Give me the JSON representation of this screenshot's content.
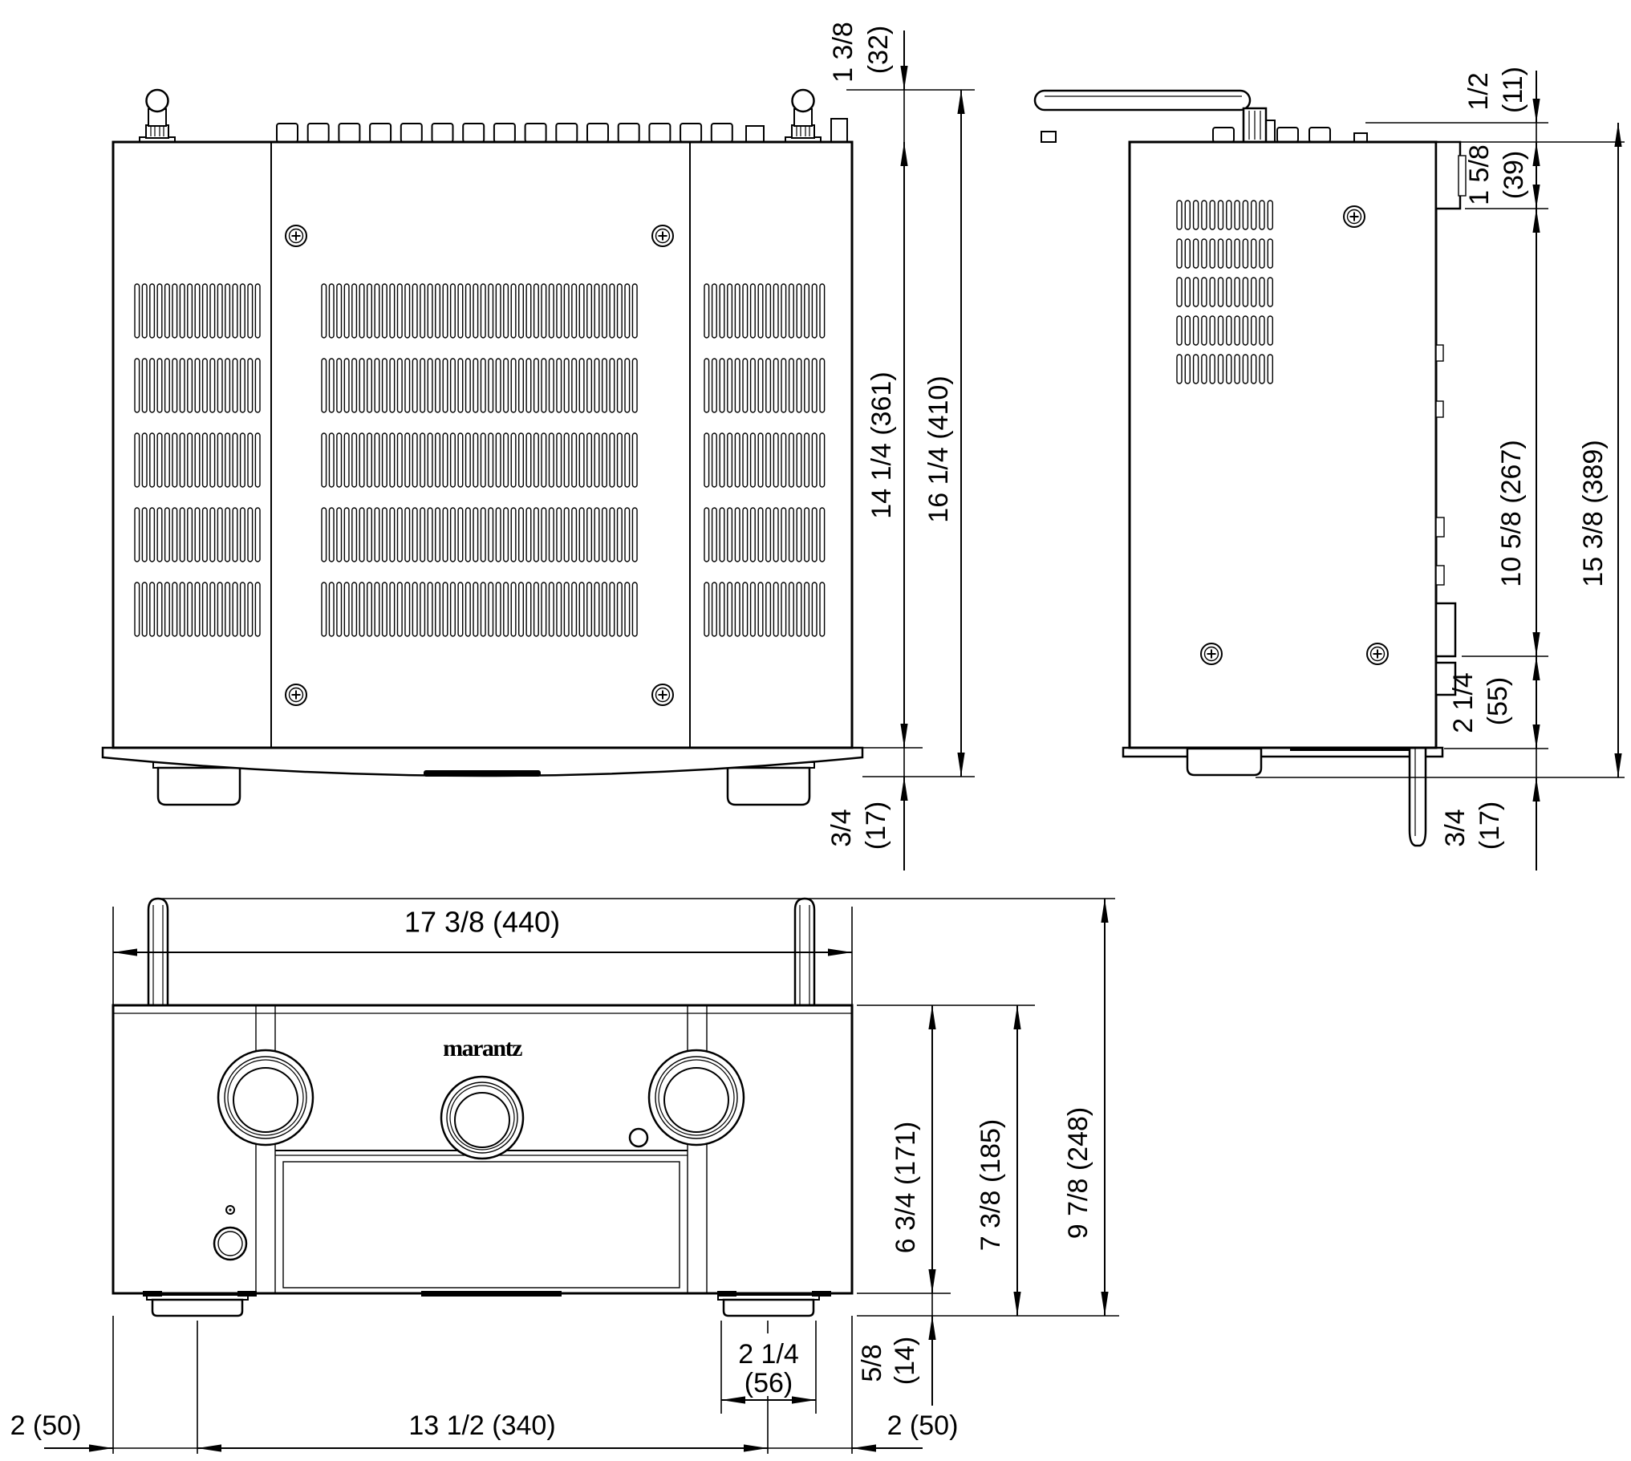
{
  "drawing": {
    "brand_logo": "marantz",
    "units_note_visible": false
  },
  "dims": {
    "top_rear": {
      "in": "1 3/8",
      "mm": "(32)"
    },
    "top_body": {
      "label": "14 1/4 (361)"
    },
    "top_total": {
      "label": "16 1/4 (410)"
    },
    "top_front": {
      "in": "3/4",
      "mm": "(17)"
    },
    "side_conn": {
      "in": "1/2",
      "mm": "(11)"
    },
    "side_rear_block": {
      "in": "1 5/8",
      "mm": "(39)"
    },
    "side_mid": {
      "label": "10 5/8 (267)"
    },
    "side_front_block": {
      "in": "2 1/4",
      "mm": "(55)"
    },
    "side_front": {
      "in": "3/4",
      "mm": "(17)"
    },
    "side_total": {
      "label": "15 3/8 (389)"
    },
    "front_width": {
      "label": "17 3/8 (440)"
    },
    "front_face": {
      "label": "6 3/4 (171)"
    },
    "front_body": {
      "label": "7 3/8 (185)"
    },
    "front_total": {
      "label": "9 7/8 (248)"
    },
    "front_foot_w": {
      "in": "2 1/4",
      "mm": "(56)"
    },
    "front_foot_h": {
      "in": "5/8",
      "mm": "(14)"
    },
    "front_left_off": {
      "label": "2 (50)"
    },
    "front_feet_span": {
      "label": "13 1/2 (340)"
    },
    "front_right_off": {
      "label": "2 (50)"
    }
  }
}
